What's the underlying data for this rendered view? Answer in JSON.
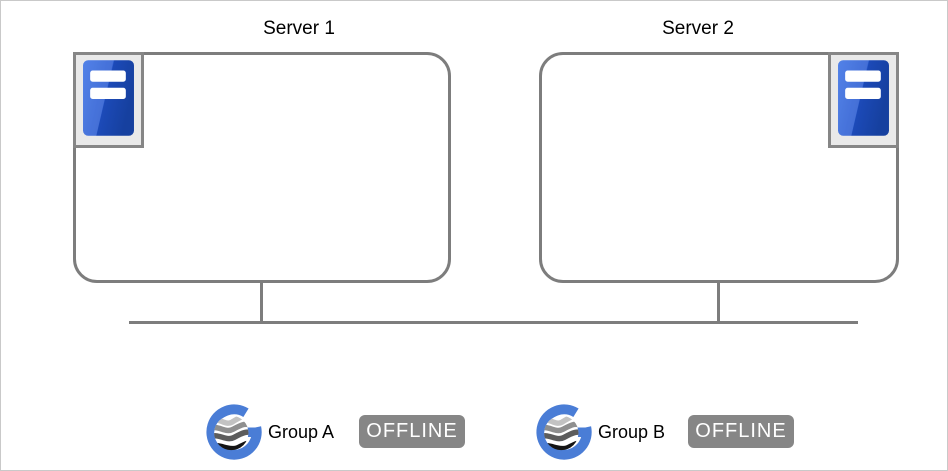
{
  "diagram": {
    "servers": [
      {
        "label": "Server 1",
        "icon_corner": "top-left"
      },
      {
        "label": "Server 2",
        "icon_corner": "top-right"
      }
    ],
    "groups": [
      {
        "label": "Group A",
        "status": "OFFLINE"
      },
      {
        "label": "Group B",
        "status": "OFFLINE"
      }
    ]
  },
  "icons": {
    "server": "server-tower-icon",
    "group": "group-globe-logo"
  },
  "colors": {
    "box_border": "#7d7d7d",
    "network_line": "#7d7d7d",
    "icon_tile_bg": "#e9e9e9",
    "icon_tile_border": "#868686",
    "server_icon_blue_light": "#3a6ee2",
    "server_icon_blue_dark": "#16409f",
    "logo_blue": "#4a7dd6",
    "badge_bg": "#868686",
    "badge_text": "#ffffff",
    "canvas_border": "#c9c9c9"
  }
}
